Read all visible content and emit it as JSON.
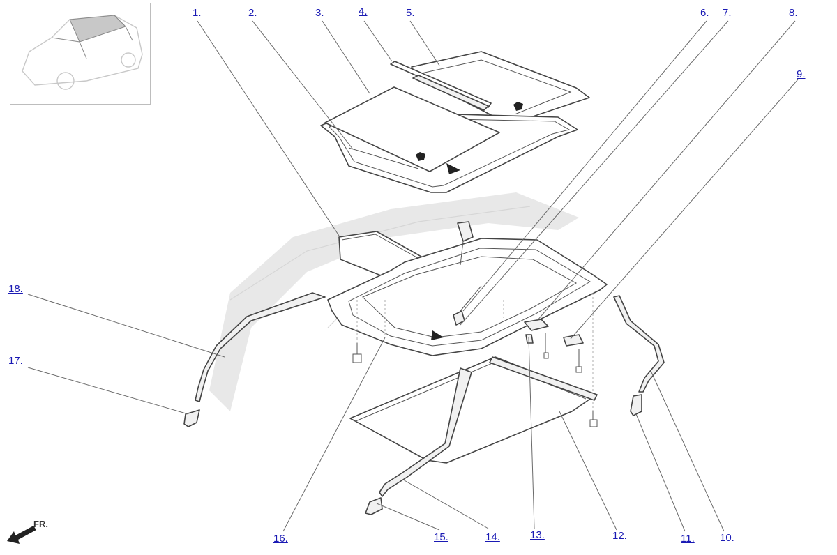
{
  "callouts": [
    {
      "id": "1",
      "label": "1."
    },
    {
      "id": "2",
      "label": "2."
    },
    {
      "id": "3",
      "label": "3."
    },
    {
      "id": "4",
      "label": "4."
    },
    {
      "id": "5",
      "label": "5."
    },
    {
      "id": "6",
      "label": "6."
    },
    {
      "id": "7",
      "label": "7."
    },
    {
      "id": "8",
      "label": "8."
    },
    {
      "id": "9",
      "label": "9."
    },
    {
      "id": "10",
      "label": "10."
    },
    {
      "id": "11",
      "label": "11."
    },
    {
      "id": "12",
      "label": "12."
    },
    {
      "id": "13",
      "label": "13."
    },
    {
      "id": "14",
      "label": "14."
    },
    {
      "id": "15",
      "label": "15."
    },
    {
      "id": "16",
      "label": "16."
    },
    {
      "id": "17",
      "label": "17."
    },
    {
      "id": "18",
      "label": "18."
    }
  ],
  "direction_label": "FR.",
  "colors": {
    "link": "#1a1ab4",
    "line": "#444444",
    "ghost": "#e8e8e8"
  }
}
